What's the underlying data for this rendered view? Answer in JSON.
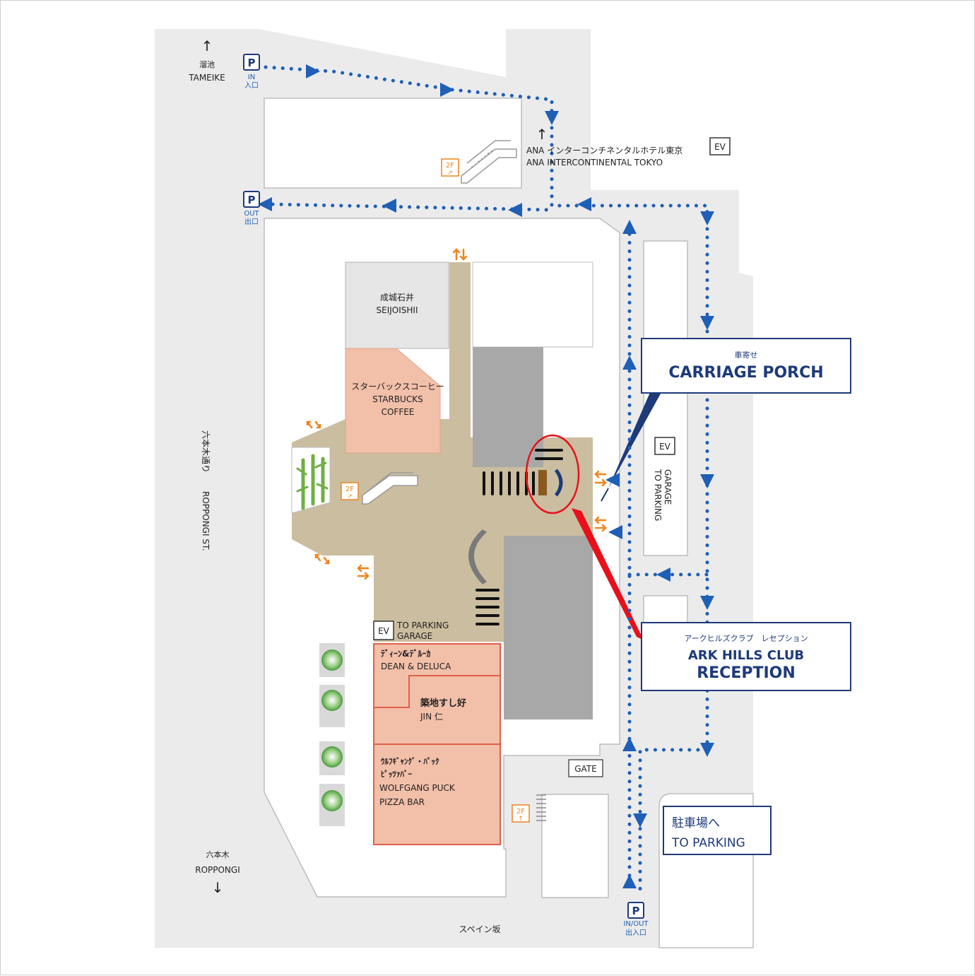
{
  "north_label": {
    "ja": "溜池",
    "en": "TAMEIKE"
  },
  "south_label": {
    "ja": "六本木",
    "en": "ROPPONGI"
  },
  "west_street": {
    "ja": "六本木通り",
    "en": "ROPPONGI ST."
  },
  "south_street": {
    "ja": "スペイン坂"
  },
  "hotel": {
    "ja": "ANA インターコンチネンタルホテル東京",
    "en": "ANA INTERCONTINENTAL TOKYO"
  },
  "parking_markers": [
    {
      "symbol": "P",
      "line1": "IN",
      "line2": "入口"
    },
    {
      "symbol": "P",
      "line1": "OUT",
      "line2": "出口"
    },
    {
      "symbol": "P",
      "line1": "IN/OUT",
      "line2": "出入口"
    }
  ],
  "ev_labels": {
    "hotel": "EV",
    "porch": "EV",
    "garage": "EV"
  },
  "stairs_floor_labels": [
    "2F",
    "2F",
    "2F"
  ],
  "to_parking_garage_side": "TO PARKING GARAGE",
  "to_parking_garage_inner": {
    "line1": "TO PARKING",
    "line2": "GARAGE"
  },
  "gate_label": "GATE",
  "shops": {
    "seijoishii": {
      "ja": "成城石井",
      "en": "SEIJOISHII"
    },
    "starbucks": {
      "ja": "スターバックスコーヒー",
      "en1": "STARBUCKS",
      "en2": "COFFEE"
    },
    "dean_deluca": {
      "ja": "ﾃﾞｨｰﾝ&ﾃﾞﾙｰｶ",
      "en": "DEAN & DELUCA"
    },
    "tsukiji": {
      "ja": "築地すし好",
      "en": "JIN 仁"
    },
    "wolfgang": {
      "ja1": "ｳﾙﾌｷﾞｬﾝｸﾞ・ﾊﾟｯｸ",
      "ja2": "ﾋﾟｯﾂｧﾊﾞｰ",
      "en1": "WOLFGANG PUCK",
      "en2": "PIZZA BAR"
    }
  },
  "callouts": {
    "carriage_porch": {
      "ja": "車寄せ",
      "en": "CARRIAGE PORCH"
    },
    "reception": {
      "ja": "アークヒルズクラブ　レセプション",
      "en1": "ARK HILLS CLUB",
      "en2": "RECEPTION"
    },
    "to_parking": {
      "ja": "駐車場へ",
      "en": "TO PARKING"
    }
  },
  "colors": {
    "street": "#ebebeb",
    "plaza": "#cbbd9f",
    "shop": "#f2bfa9",
    "shop_border": "#e0604a",
    "building_grey": "#a8a8a8",
    "route_blue": "#1f5fb6",
    "highlight_red": "#e8101a",
    "callout_border": "#1d3a7a",
    "arrow_orange": "#f0841c"
  }
}
